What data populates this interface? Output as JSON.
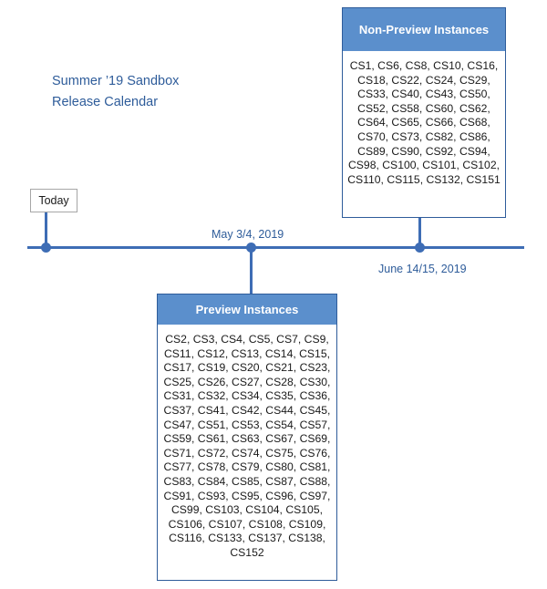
{
  "title": {
    "text": "Summer ’19 Sandbox\nRelease Calendar",
    "color": "#2E5C9A"
  },
  "timeline": {
    "today_marker": {
      "label": "Today"
    },
    "milestones": [
      {
        "name": "preview-milestone",
        "date_label": "May 3/4, 2019",
        "position": "above-axis"
      },
      {
        "name": "non-preview-milestone",
        "date_label": "June 14/15, 2019",
        "position": "below-axis"
      }
    ],
    "axis_color": "#3E6DB5"
  },
  "boxes": {
    "non_preview": {
      "header": "Non-Preview Instances",
      "header_color": "#5B8FCC",
      "border_color": "#2E5C9A",
      "instances": "CS1, CS6, CS8, CS10, CS16,\nCS18, CS22, CS24, CS29,\nCS33, CS40, CS43, CS50,\nCS52, CS58, CS60, CS62,\nCS64, CS65, CS66, CS68,\nCS70, CS73, CS82, CS86,\nCS89, CS90, CS92, CS94,\nCS98, CS100, CS101, CS102,\nCS110, CS115, CS132, CS151"
    },
    "preview": {
      "header": "Preview Instances",
      "header_color": "#5B8FCC",
      "border_color": "#2E5C9A",
      "instances": "CS2, CS3, CS4, CS5, CS7, CS9,\nCS11, CS12, CS13, CS14, CS15,\nCS17, CS19, CS20, CS21, CS23,\nCS25, CS26, CS27, CS28, CS30,\nCS31, CS32, CS34, CS35, CS36,\nCS37, CS41, CS42, CS44, CS45,\nCS47, CS51, CS53, CS54, CS57,\nCS59, CS61, CS63, CS67, CS69,\nCS71, CS72, CS74, CS75, CS76,\nCS77, CS78, CS79, CS80, CS81,\nCS83, CS84, CS85, CS87, CS88,\nCS91, CS93, CS95, CS96, CS97,\nCS99, CS103, CS104, CS105,\nCS106, CS107, CS108, CS109,\nCS116, CS133, CS137, CS138,\nCS152"
    }
  }
}
